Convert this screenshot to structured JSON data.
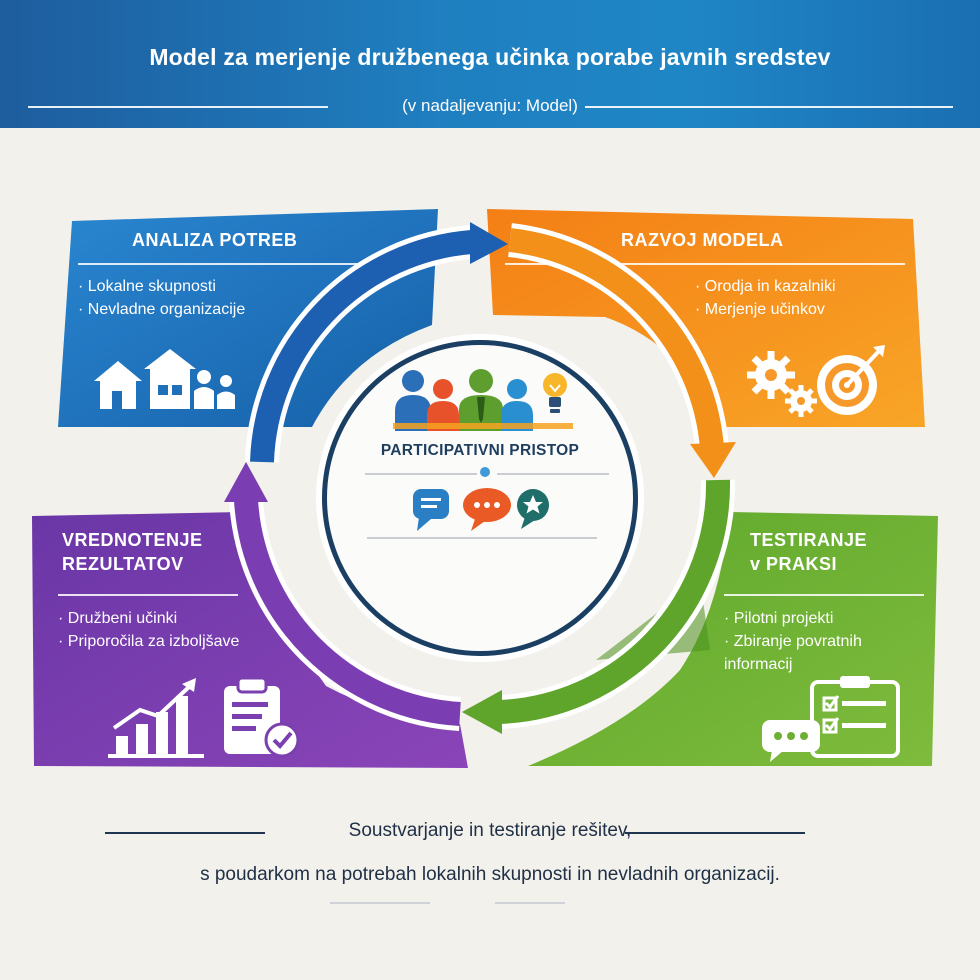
{
  "header": {
    "title": "Model za merjenje družbenega učinka porabe javnih sredstev",
    "subtitle": "(v nadaljevanju: Model)"
  },
  "panels": {
    "analiza": {
      "title": "ANALIZA POTREB",
      "items": [
        "Lokalne skupnosti",
        "Nevladne organizacije"
      ],
      "color": "#1f78c4",
      "icon": "houses-people-icon"
    },
    "razvoj": {
      "title": "RAZVOJ MODELA",
      "items": [
        "Orodja in kazalniki",
        "Merjenje učinkov"
      ],
      "color": "#f6961a",
      "icon": "gears-target-icon"
    },
    "testiranje": {
      "title_line1": "TESTIRANJE",
      "title_line2": "v PRAKSI",
      "items": [
        "Pilotni projekti",
        "Zbiranje povratnih"
      ],
      "item_continuation": "informacij",
      "color": "#6db033",
      "icon": "chat-checklist-icon"
    },
    "vrednotenje": {
      "title_line1": "VREDNOTENJE",
      "title_line2": "REZULTATOV",
      "items": [
        "Družbeni učinki",
        "Priporočila za izboljšave"
      ],
      "color": "#7b3fb0",
      "icon": "chart-clipboard-icon"
    }
  },
  "center": {
    "title": "PARTICIPATIVNI PRISTOP",
    "icon_top": "people-lightbulb-icon",
    "icon_bottom": "speech-bubbles-icon"
  },
  "footer": {
    "line1": "Soustvarjanje in testiranje rešitev,",
    "line2": "s poudarkom na potrebah lokalnih skupnosti in nevladnih organizacij."
  }
}
